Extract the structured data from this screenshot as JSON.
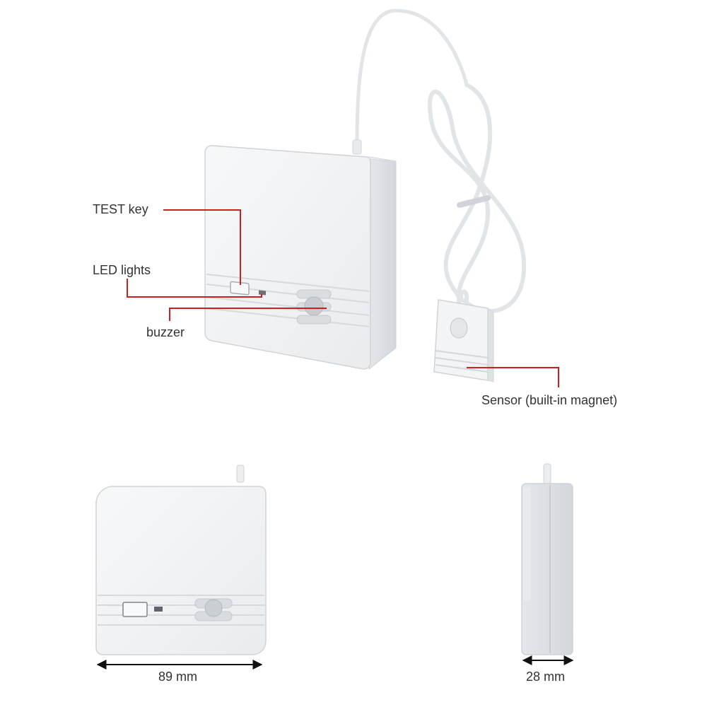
{
  "callouts": {
    "test_key": "TEST key",
    "led_lights": "LED lights",
    "buzzer": "buzzer",
    "sensor": "Sensor (built-in magnet)"
  },
  "dimensions": {
    "width": "89 mm",
    "depth": "28 mm"
  },
  "colors": {
    "callout_line": "#cc1f1f",
    "device_body": "#f1f3f4",
    "device_edge": "#d2d6d9",
    "label_text": "#333333"
  }
}
